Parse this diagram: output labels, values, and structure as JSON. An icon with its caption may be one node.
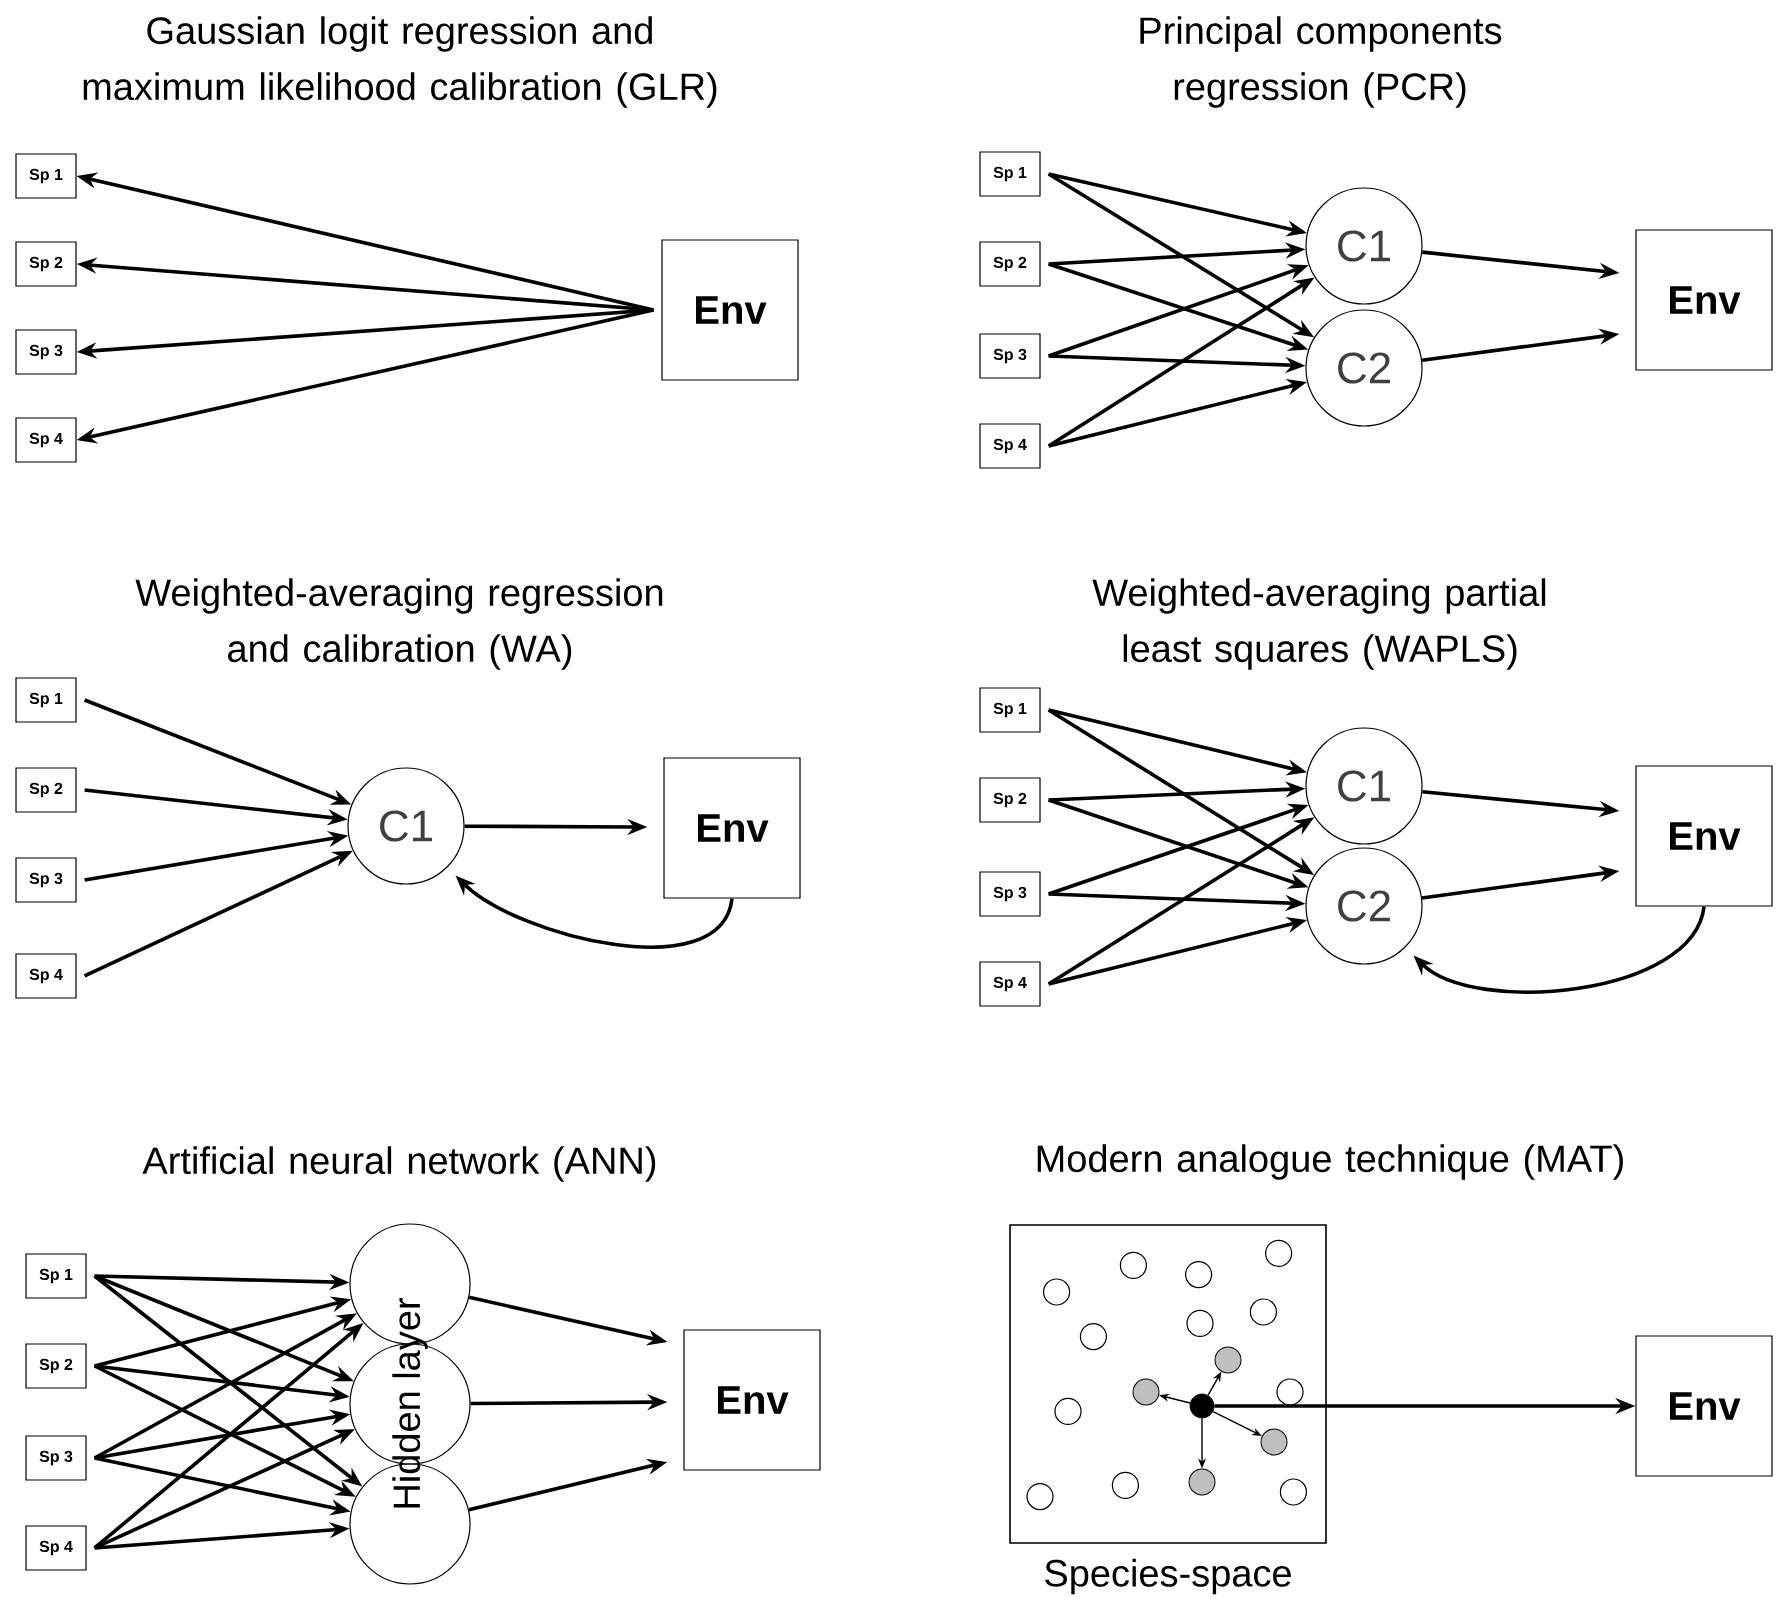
{
  "diagram": {
    "nodes": [
      {
        "text": [
          "Sp 1"
        ]
      },
      {
        "text": [
          "Sp 2"
        ]
      },
      {
        "text": [
          "Sp 3"
        ]
      },
      {
        "text": [
          "Sp 4"
        ]
      },
      {
        "text": [
          "Env"
        ]
      },
      {
        "text": [
          "Sp 1"
        ]
      },
      {
        "text": [
          "Sp 2"
        ]
      },
      {
        "text": [
          "Sp 3"
        ]
      },
      {
        "text": [
          "Sp 4"
        ]
      },
      {
        "text": [
          "C1"
        ]
      },
      {
        "text": [
          "C2"
        ]
      },
      {
        "text": [
          "Env"
        ]
      },
      {
        "text": [
          "Sp 1"
        ]
      },
      {
        "text": [
          "Sp 2"
        ]
      },
      {
        "text": [
          "Sp 3"
        ]
      },
      {
        "text": [
          "Sp 4"
        ]
      },
      {
        "text": [
          "C1"
        ]
      },
      {
        "text": [
          "Env"
        ]
      },
      {
        "text": [
          "Sp 1"
        ]
      },
      {
        "text": [
          "Sp 2"
        ]
      },
      {
        "text": [
          "Sp 3"
        ]
      },
      {
        "text": [
          "Sp 4"
        ]
      },
      {
        "text": [
          "C1"
        ]
      },
      {
        "text": [
          "C2"
        ]
      },
      {
        "text": [
          "Env"
        ]
      },
      {
        "text": [
          "Sp 1"
        ]
      },
      {
        "text": [
          "Sp 2"
        ]
      },
      {
        "text": [
          "Sp 3"
        ]
      },
      {
        "text": [
          "Sp 4"
        ]
      },
      {
        "text": [],
        "shape": "circle"
      },
      {
        "text": [],
        "shape": "circle"
      },
      {
        "text": [],
        "shape": "circle"
      },
      {
        "text": [
          "Env"
        ]
      },
      {
        "text": [
          "Species-space"
        ]
      },
      {
        "text": [],
        "shape": "circle",
        "in": 33
      },
      {
        "text": [],
        "shape": "circle",
        "in": 33
      },
      {
        "text": [],
        "shape": "circle",
        "in": 33
      },
      {
        "text": [],
        "shape": "circle",
        "in": 33
      },
      {
        "text": [],
        "shape": "circle",
        "in": 33
      },
      {
        "text": [
          "Env"
        ]
      }
    ],
    "edges": [
      {
        "from": 4,
        "to": 0,
        "arrow": "to"
      },
      {
        "from": 4,
        "to": 1,
        "arrow": "to"
      },
      {
        "from": 4,
        "to": 2,
        "arrow": "to"
      },
      {
        "from": 4,
        "to": 3,
        "arrow": "to"
      },
      {
        "from": 5,
        "to": 9,
        "arrow": "to"
      },
      {
        "from": 5,
        "to": 10,
        "arrow": "to"
      },
      {
        "from": 6,
        "to": 9,
        "arrow": "to"
      },
      {
        "from": 6,
        "to": 10,
        "arrow": "to"
      },
      {
        "from": 7,
        "to": 9,
        "arrow": "to"
      },
      {
        "from": 7,
        "to": 10,
        "arrow": "to"
      },
      {
        "from": 8,
        "to": 9,
        "arrow": "to"
      },
      {
        "from": 8,
        "to": 10,
        "arrow": "to"
      },
      {
        "from": 9,
        "to": 11,
        "arrow": "to"
      },
      {
        "from": 10,
        "to": 11,
        "arrow": "to"
      },
      {
        "from": 12,
        "to": 16,
        "arrow": "to"
      },
      {
        "from": 13,
        "to": 16,
        "arrow": "to"
      },
      {
        "from": 14,
        "to": 16,
        "arrow": "to"
      },
      {
        "from": 15,
        "to": 16,
        "arrow": "to"
      },
      {
        "from": 16,
        "to": 17,
        "arrow": "to"
      },
      {
        "from": 17,
        "to": 16,
        "arrow": "to"
      },
      {
        "from": 18,
        "to": 22,
        "arrow": "to"
      },
      {
        "from": 18,
        "to": 23,
        "arrow": "to"
      },
      {
        "from": 19,
        "to": 22,
        "arrow": "to"
      },
      {
        "from": 19,
        "to": 23,
        "arrow": "to"
      },
      {
        "from": 20,
        "to": 22,
        "arrow": "to"
      },
      {
        "from": 20,
        "to": 23,
        "arrow": "to"
      },
      {
        "from": 21,
        "to": 22,
        "arrow": "to"
      },
      {
        "from": 21,
        "to": 23,
        "arrow": "to"
      },
      {
        "from": 22,
        "to": 24,
        "arrow": "to"
      },
      {
        "from": 23,
        "to": 24,
        "arrow": "to"
      },
      {
        "from": 24,
        "to": 23,
        "arrow": "to"
      },
      {
        "from": 25,
        "to": 29,
        "arrow": "to"
      },
      {
        "from": 25,
        "to": 30,
        "arrow": "to"
      },
      {
        "from": 25,
        "to": 31,
        "arrow": "to"
      },
      {
        "from": 26,
        "to": 29,
        "arrow": "to"
      },
      {
        "from": 26,
        "to": 30,
        "arrow": "to"
      },
      {
        "from": 26,
        "to": 31,
        "arrow": "to"
      },
      {
        "from": 27,
        "to": 29,
        "arrow": "to"
      },
      {
        "from": 27,
        "to": 30,
        "arrow": "to"
      },
      {
        "from": 27,
        "to": 31,
        "arrow": "to"
      },
      {
        "from": 28,
        "to": 29,
        "arrow": "to"
      },
      {
        "from": 28,
        "to": 30,
        "arrow": "to"
      },
      {
        "from": 28,
        "to": 31,
        "arrow": "to"
      },
      {
        "from": 29,
        "to": 32,
        "arrow": "to"
      },
      {
        "from": 30,
        "to": 32,
        "arrow": "to"
      },
      {
        "from": 31,
        "to": 32,
        "arrow": "to"
      },
      {
        "from": 34,
        "to": 35,
        "arrow": "to"
      },
      {
        "from": 34,
        "to": 36,
        "arrow": "to"
      },
      {
        "from": 34,
        "to": 37,
        "arrow": "to"
      },
      {
        "from": 34,
        "to": 38,
        "arrow": "to"
      },
      {
        "from": 34,
        "to": 39,
        "arrow": "to"
      }
    ],
    "labels": [
      "Gaussian logit regression and maximum likelihood calibration (GLR)",
      "Principal components regression (PCR)",
      "Weighted-averaging regression and calibration (WA)",
      "Weighted-averaging partial least squares (WAPLS)",
      "Artificial neural network (ANN)",
      "Hidden layer",
      "Modern analogue technique (MAT)"
    ]
  }
}
